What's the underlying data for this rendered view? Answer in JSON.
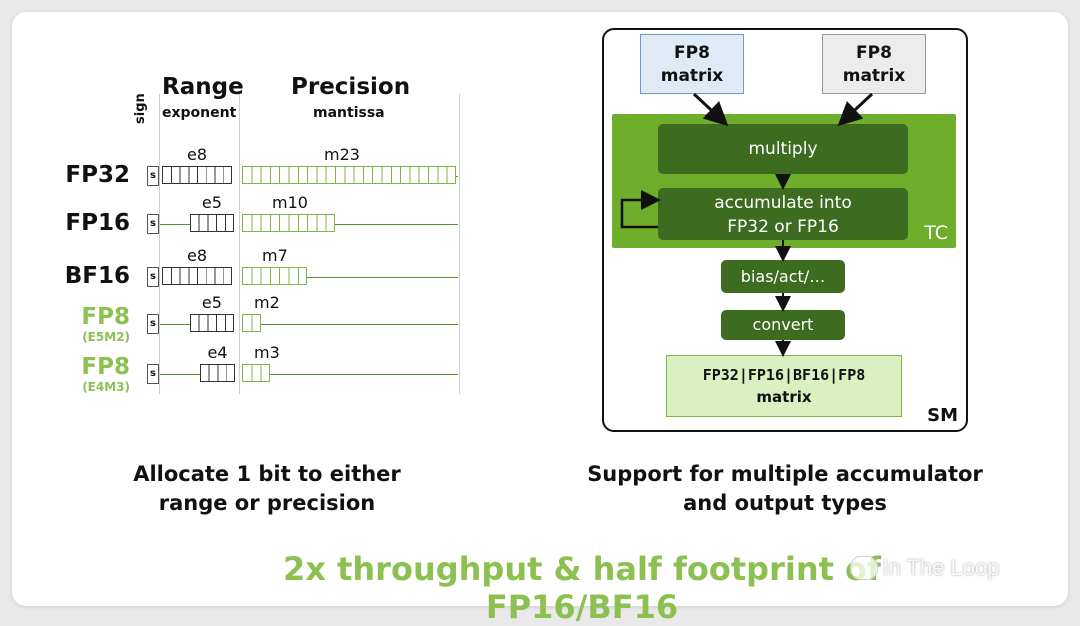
{
  "colors": {
    "green_light": "#8cc152",
    "green_dark": "#3d6b1f",
    "green_mid": "#6fae2b",
    "blue_box": "#deebf7",
    "gray_box": "#ececec",
    "output_box": "#d8f0c2"
  },
  "left": {
    "sign_label": "sign",
    "range_label": "Range",
    "exponent_label": "exponent",
    "precision_label": "Precision",
    "mantissa_label": "mantissa",
    "sign_char": "s",
    "formats": [
      {
        "name": "FP32",
        "sub": "",
        "exp_label": "e8",
        "man_label": "m23",
        "exp_bits": 8,
        "man_bits": 23,
        "style": "black"
      },
      {
        "name": "FP16",
        "sub": "",
        "exp_label": "e5",
        "man_label": "m10",
        "exp_bits": 5,
        "man_bits": 10,
        "style": "black"
      },
      {
        "name": "BF16",
        "sub": "",
        "exp_label": "e8",
        "man_label": "m7",
        "exp_bits": 8,
        "man_bits": 7,
        "style": "black"
      },
      {
        "name": "FP8",
        "sub": "(E5M2)",
        "exp_label": "e5",
        "man_label": "m2",
        "exp_bits": 5,
        "man_bits": 2,
        "style": "green"
      },
      {
        "name": "FP8",
        "sub": "(E4M3)",
        "exp_label": "e4",
        "man_label": "m3",
        "exp_bits": 4,
        "man_bits": 3,
        "style": "green"
      }
    ],
    "caption_line1": "Allocate 1 bit to either",
    "caption_line2": "range or precision"
  },
  "right": {
    "input_a_line1": "FP8",
    "input_a_line2": "matrix",
    "input_b_line1": "FP8",
    "input_b_line2": "matrix",
    "multiply_label": "multiply",
    "accumulate_line1": "accumulate into",
    "accumulate_line2": "FP32 or FP16",
    "tc_label": "TC",
    "bias_label": "bias/act/…",
    "convert_label": "convert",
    "output_line1": "FP32|FP16|BF16|FP8",
    "output_line2": "matrix",
    "sm_label": "SM",
    "caption_line1": "Support for multiple accumulator",
    "caption_line2": "and output types"
  },
  "footer": {
    "headline": "2x throughput & half footprint of FP16/BF16",
    "watermark": "In The Loop"
  }
}
